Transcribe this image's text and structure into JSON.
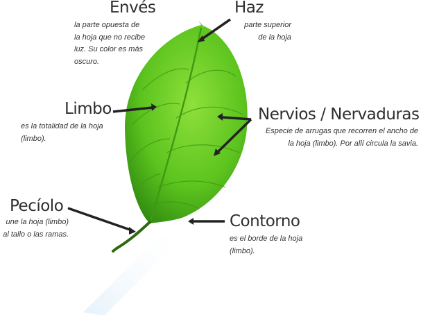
{
  "labels": {
    "enves": {
      "title": "Envés",
      "lines": [
        "la parte opuesta de",
        "la hoja que no recibe",
        "luz. Su color es más",
        "oscuro."
      ]
    },
    "haz": {
      "title": "Haz",
      "lines": [
        "parte superior",
        "de la hoja"
      ]
    },
    "limbo": {
      "title": "Limbo",
      "lines": [
        "es  la totalidad de la hoja",
        "(limbo)."
      ]
    },
    "nervios": {
      "title": "Nervios / Nervaduras",
      "lines": [
        "Especie de arrugas que recorren el ancho de",
        "la hoja (limbo). Por allí circula la savia."
      ]
    },
    "peciolo": {
      "title": "Pecíolo",
      "lines": [
        "une la hoja (limbo)",
        "al tallo o las ramas."
      ]
    },
    "contorno": {
      "title": "Contorno",
      "lines": [
        "es el borde de la hoja",
        "(limbo)."
      ]
    }
  },
  "colors": {
    "leaf": "#5cc31e",
    "leaf_dark": "#2f8a10",
    "arrow": "#222222",
    "text": "#2e2e2e"
  }
}
